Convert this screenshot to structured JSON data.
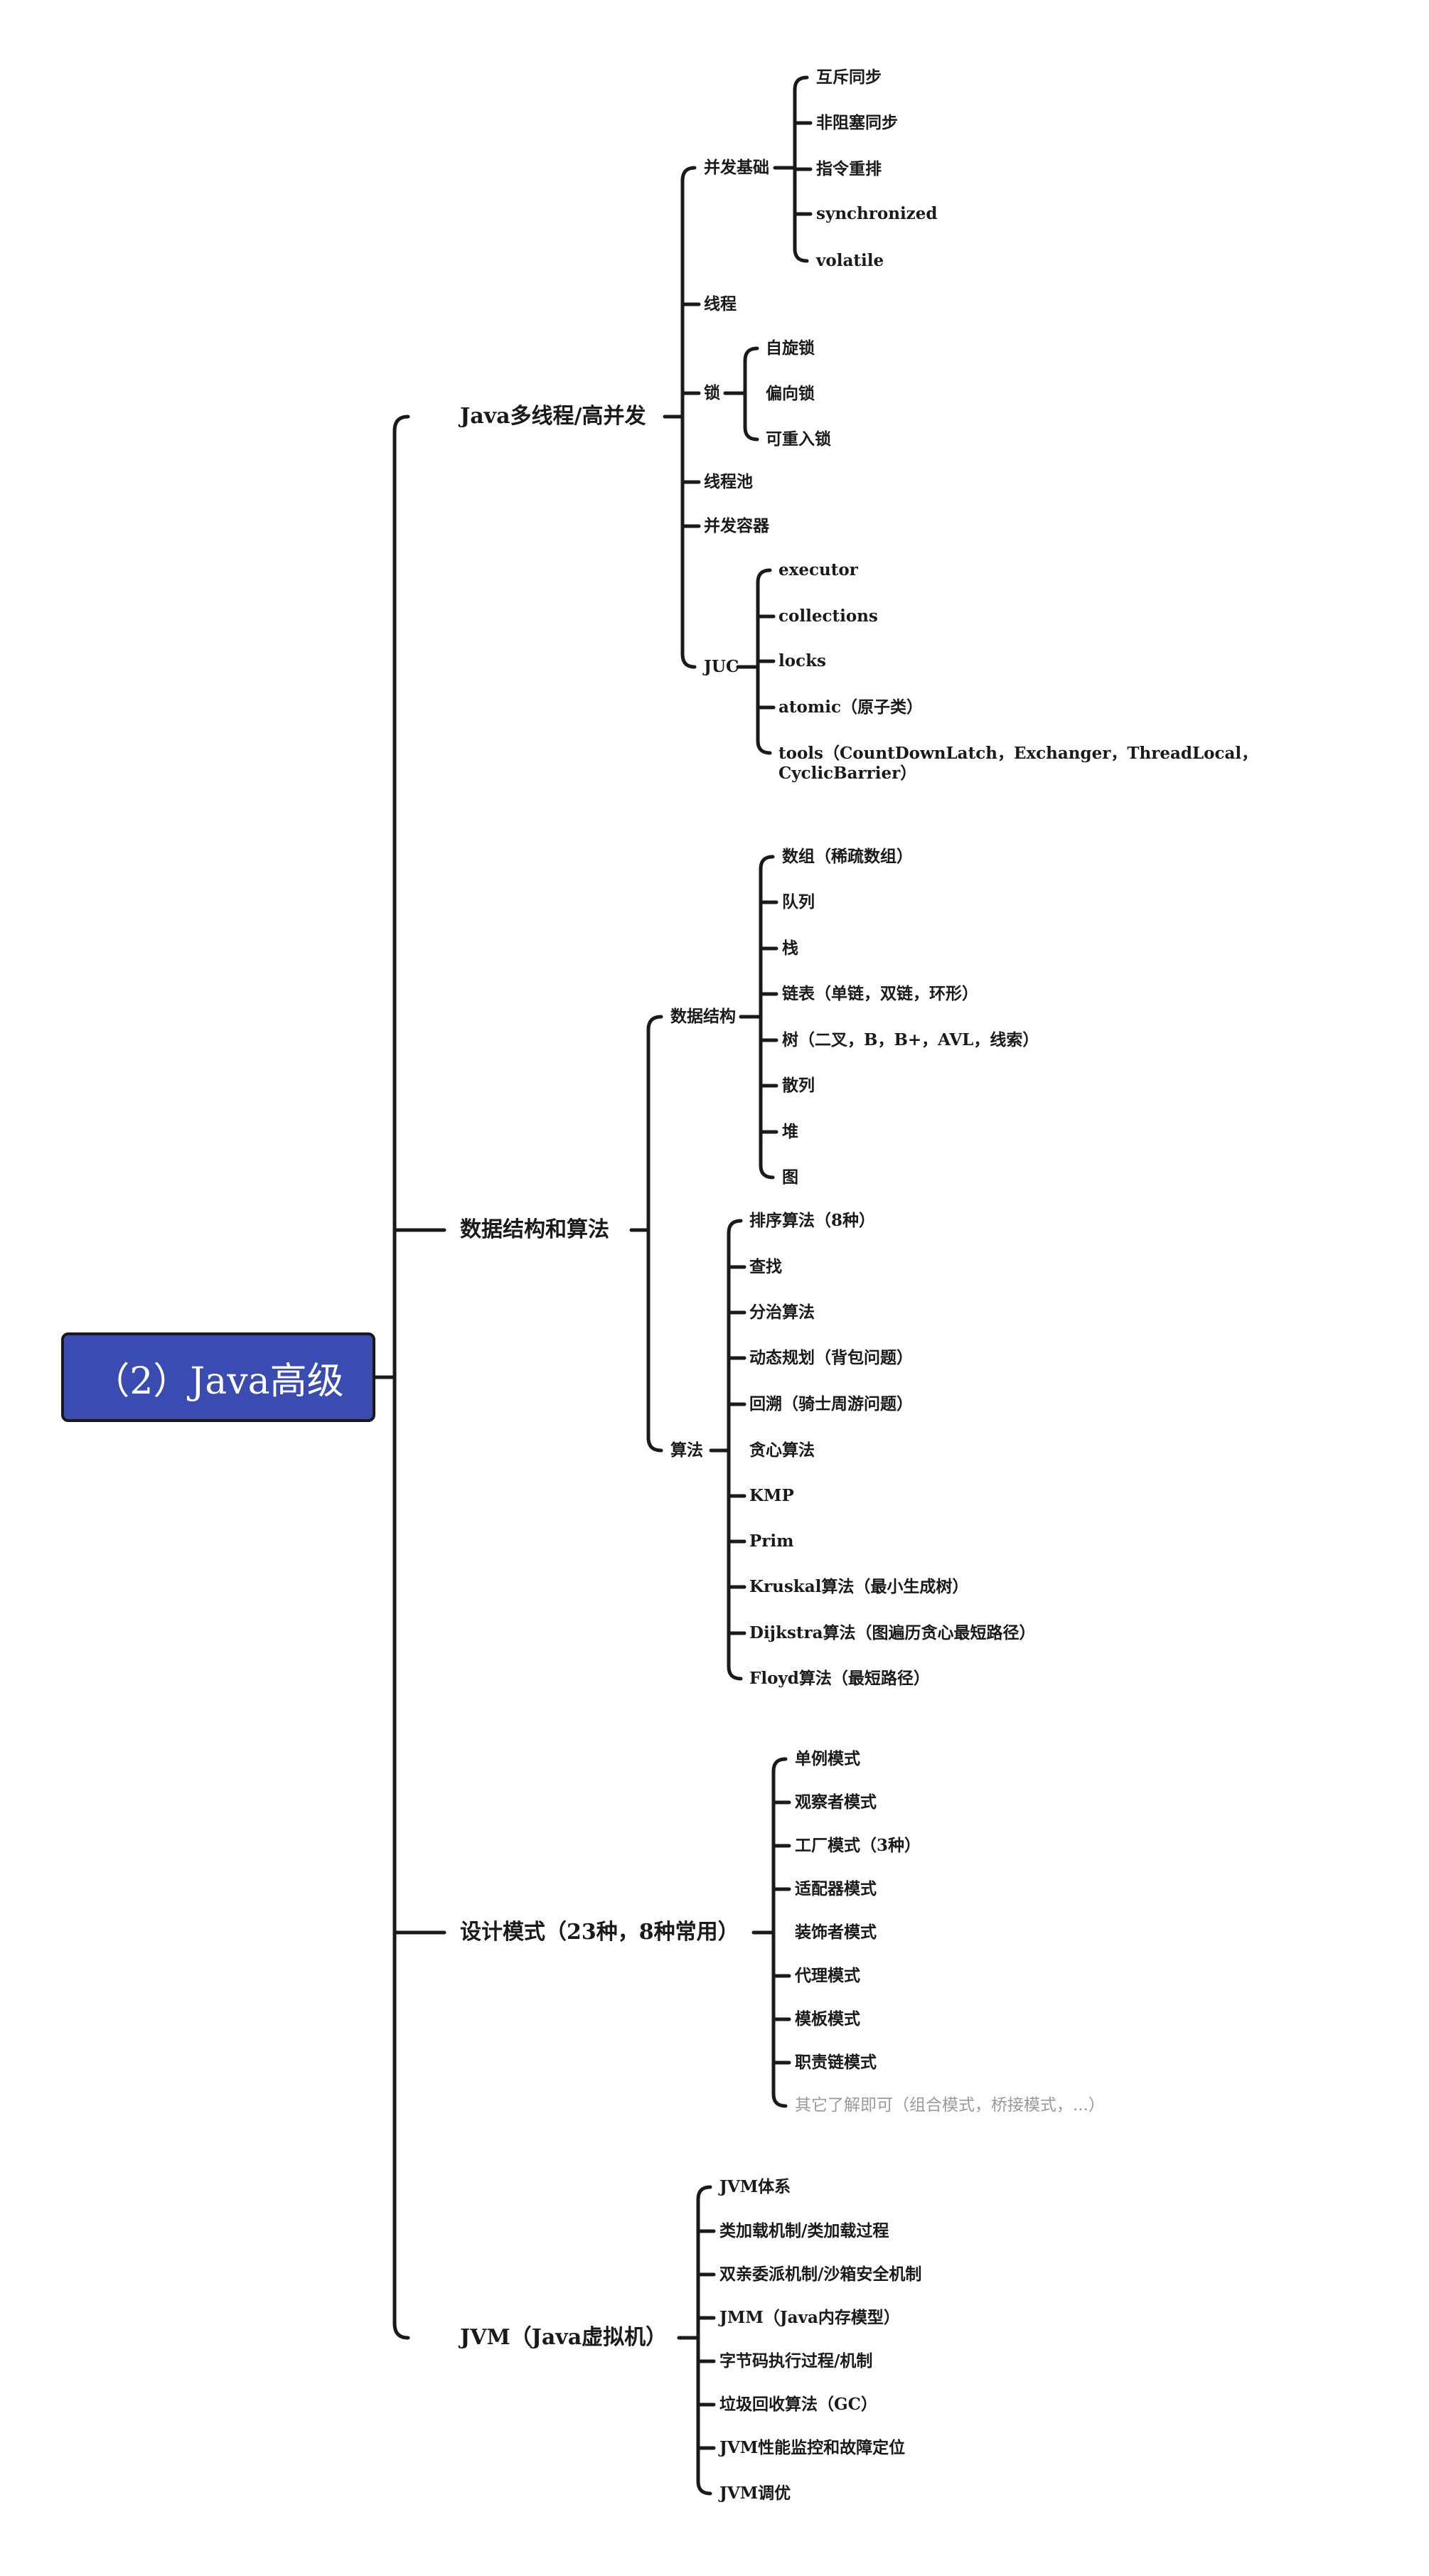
{
  "root": {
    "label": "（2）Java高级"
  },
  "branches": [
    {
      "label": "Java多线程/高并发",
      "children": [
        {
          "label": "并发基础",
          "children": [
            "互斥同步",
            "非阻塞同步",
            "指令重排",
            "synchronized",
            "volatile"
          ]
        },
        {
          "label": "线程",
          "children": []
        },
        {
          "label": "锁",
          "children": [
            "自旋锁",
            "偏向锁",
            "可重入锁"
          ]
        },
        {
          "label": "线程池",
          "children": []
        },
        {
          "label": "并发容器",
          "children": []
        },
        {
          "label": "JUC",
          "children": [
            "executor",
            "collections",
            "locks",
            "atomic（原子类）",
            "tools（CountDownLatch，Exchanger，ThreadLocal，CyclicBarrier）"
          ]
        }
      ]
    },
    {
      "label": "数据结构和算法",
      "children": [
        {
          "label": "数据结构",
          "children": [
            "数组（稀疏数组）",
            "队列",
            "栈",
            "链表（单链，双链，环形）",
            "树（二叉，B，B+，AVL，线索）",
            "散列",
            "堆",
            "图"
          ]
        },
        {
          "label": "算法",
          "children": [
            "排序算法（8种）",
            "查找",
            "分治算法",
            "动态规划（背包问题）",
            "回溯（骑士周游问题）",
            "贪心算法",
            "KMP",
            "Prim",
            "Kruskal算法（最小生成树）",
            "Dijkstra算法（图遍历贪心最短路径）",
            "Floyd算法（最短路径）"
          ]
        }
      ]
    },
    {
      "label": "设计模式（23种，8种常用）",
      "children": [
        "单例模式",
        "观察者模式",
        "工厂模式（3种）",
        "适配器模式",
        "装饰者模式",
        "代理模式",
        "模板模式",
        "职责链模式",
        "其它了解即可（组合模式，桥接模式，...）"
      ]
    },
    {
      "label": "JVM（Java虚拟机）",
      "children": [
        "JVM体系",
        "类加载机制/类加载过程",
        "双亲委派机制/沙箱安全机制",
        "JMM（Java内存模型）",
        "字节码执行过程/机制",
        "垃圾回收算法（GC）",
        "JVM性能监控和故障定位",
        "JVM调优"
      ]
    }
  ],
  "colors": {
    "root_fill": "#3a4bb1",
    "line": "#1a1a1a",
    "text": "#1a1a1a",
    "muted_text": "#9a9a9a"
  }
}
